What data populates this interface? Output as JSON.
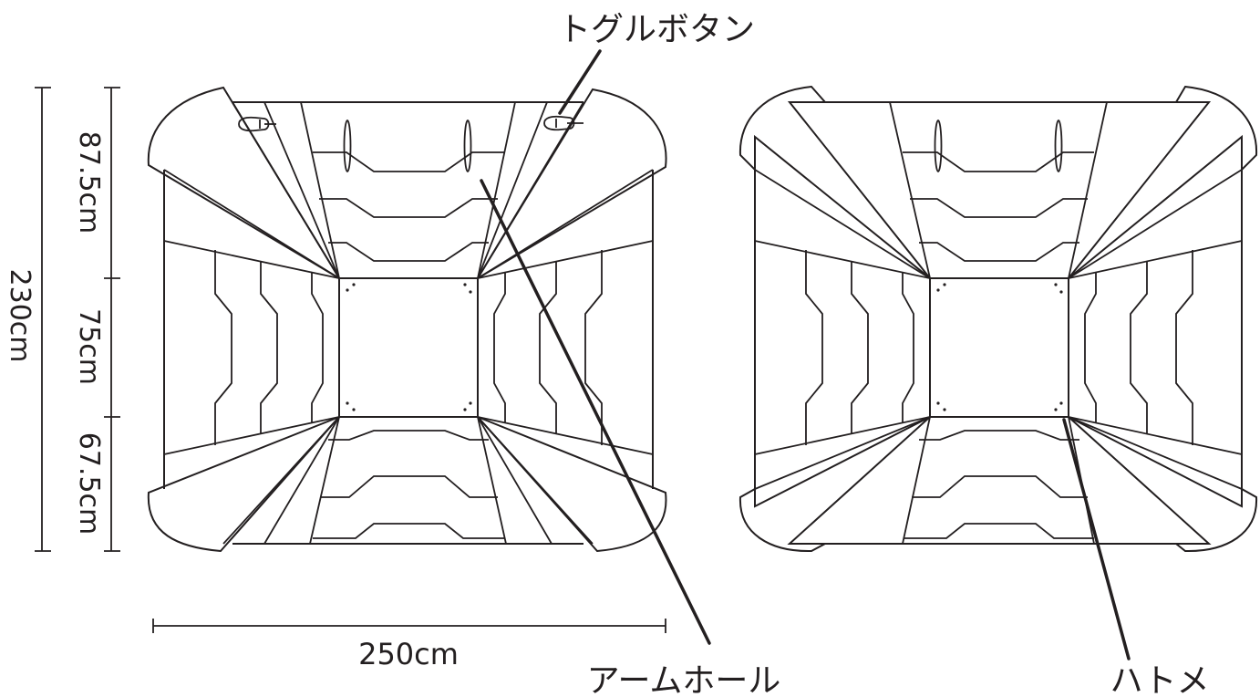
{
  "labels": {
    "toggle_button": "トグルボタン",
    "arm_hole": "アームホール",
    "grommet": "ハトメ"
  },
  "dimensions": {
    "total_height": "230cm",
    "section_top": "87.5cm",
    "section_middle": "75cm",
    "section_bottom": "67.5cm",
    "width": "250cm"
  }
}
